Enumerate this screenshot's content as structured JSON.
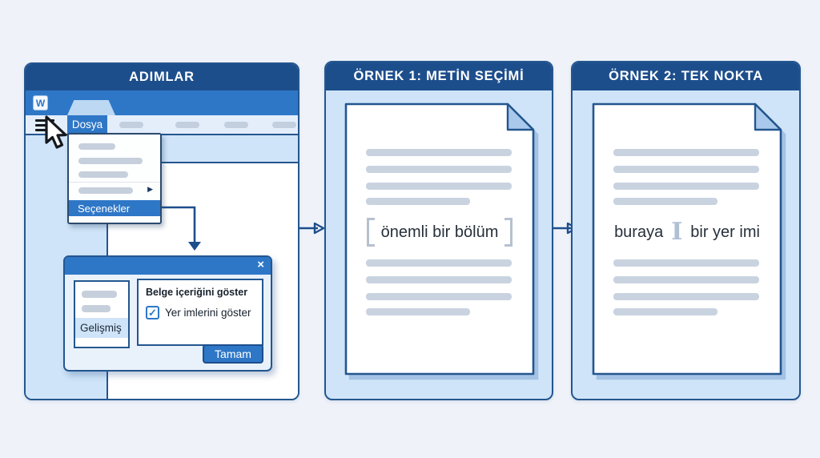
{
  "colors": {
    "background": "#eff3f9",
    "header_navy": "#1d4e8c",
    "accent_blue": "#2e77c7",
    "light_blue": "#cfe4f8",
    "placeholder_gray": "#c6cfdc",
    "border_navy": "#24568f"
  },
  "steps_panel": {
    "title": "ADIMLAR",
    "window": {
      "app_icon_label": "W",
      "menu_tab": "Dosya",
      "submenu_arrow_glyph": "▶",
      "menu_item_selected": "Seçenekler"
    },
    "dialog": {
      "close_glyph": "×",
      "nav_item_selected": "Gelişmiş",
      "group_title": "Belge içeriğini göster",
      "checkbox_label": "Yer imlerini göster",
      "checkbox_checked": true,
      "check_glyph": "✓",
      "ok_label": "Tamam"
    }
  },
  "example1_panel": {
    "title": "ÖRNEK 1: METİN SEÇİMİ",
    "document_text": "önemli bir bölüm"
  },
  "example2_panel": {
    "title": "ÖRNEK 2: TEK NOKTA",
    "text_before": "buraya",
    "ibeam_glyph": "I",
    "text_after": "bir yer imi"
  }
}
